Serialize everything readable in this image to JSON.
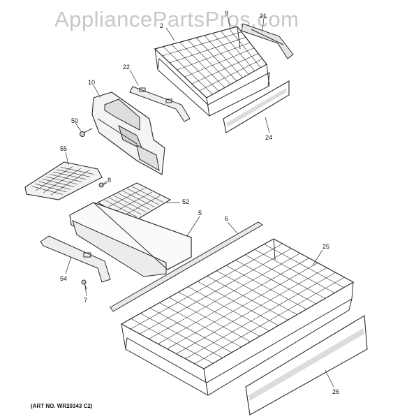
{
  "watermark": "AppliancePartsPros.com",
  "art_note": "(ART NO. WR20343 C2)",
  "callouts": {
    "c2": "2",
    "c9": "9",
    "c21": "21",
    "c22": "22",
    "c10": "10",
    "c24": "24",
    "c50": "50",
    "c55": "55",
    "c8": "8",
    "c52": "52",
    "c5": "5",
    "c6": "6",
    "c25": "25",
    "c54": "54",
    "c7": "7",
    "c26": "26"
  },
  "colors": {
    "line": "#2a2a2a",
    "watermark": "#c8c8c8",
    "shade": "#d9d9d9"
  }
}
